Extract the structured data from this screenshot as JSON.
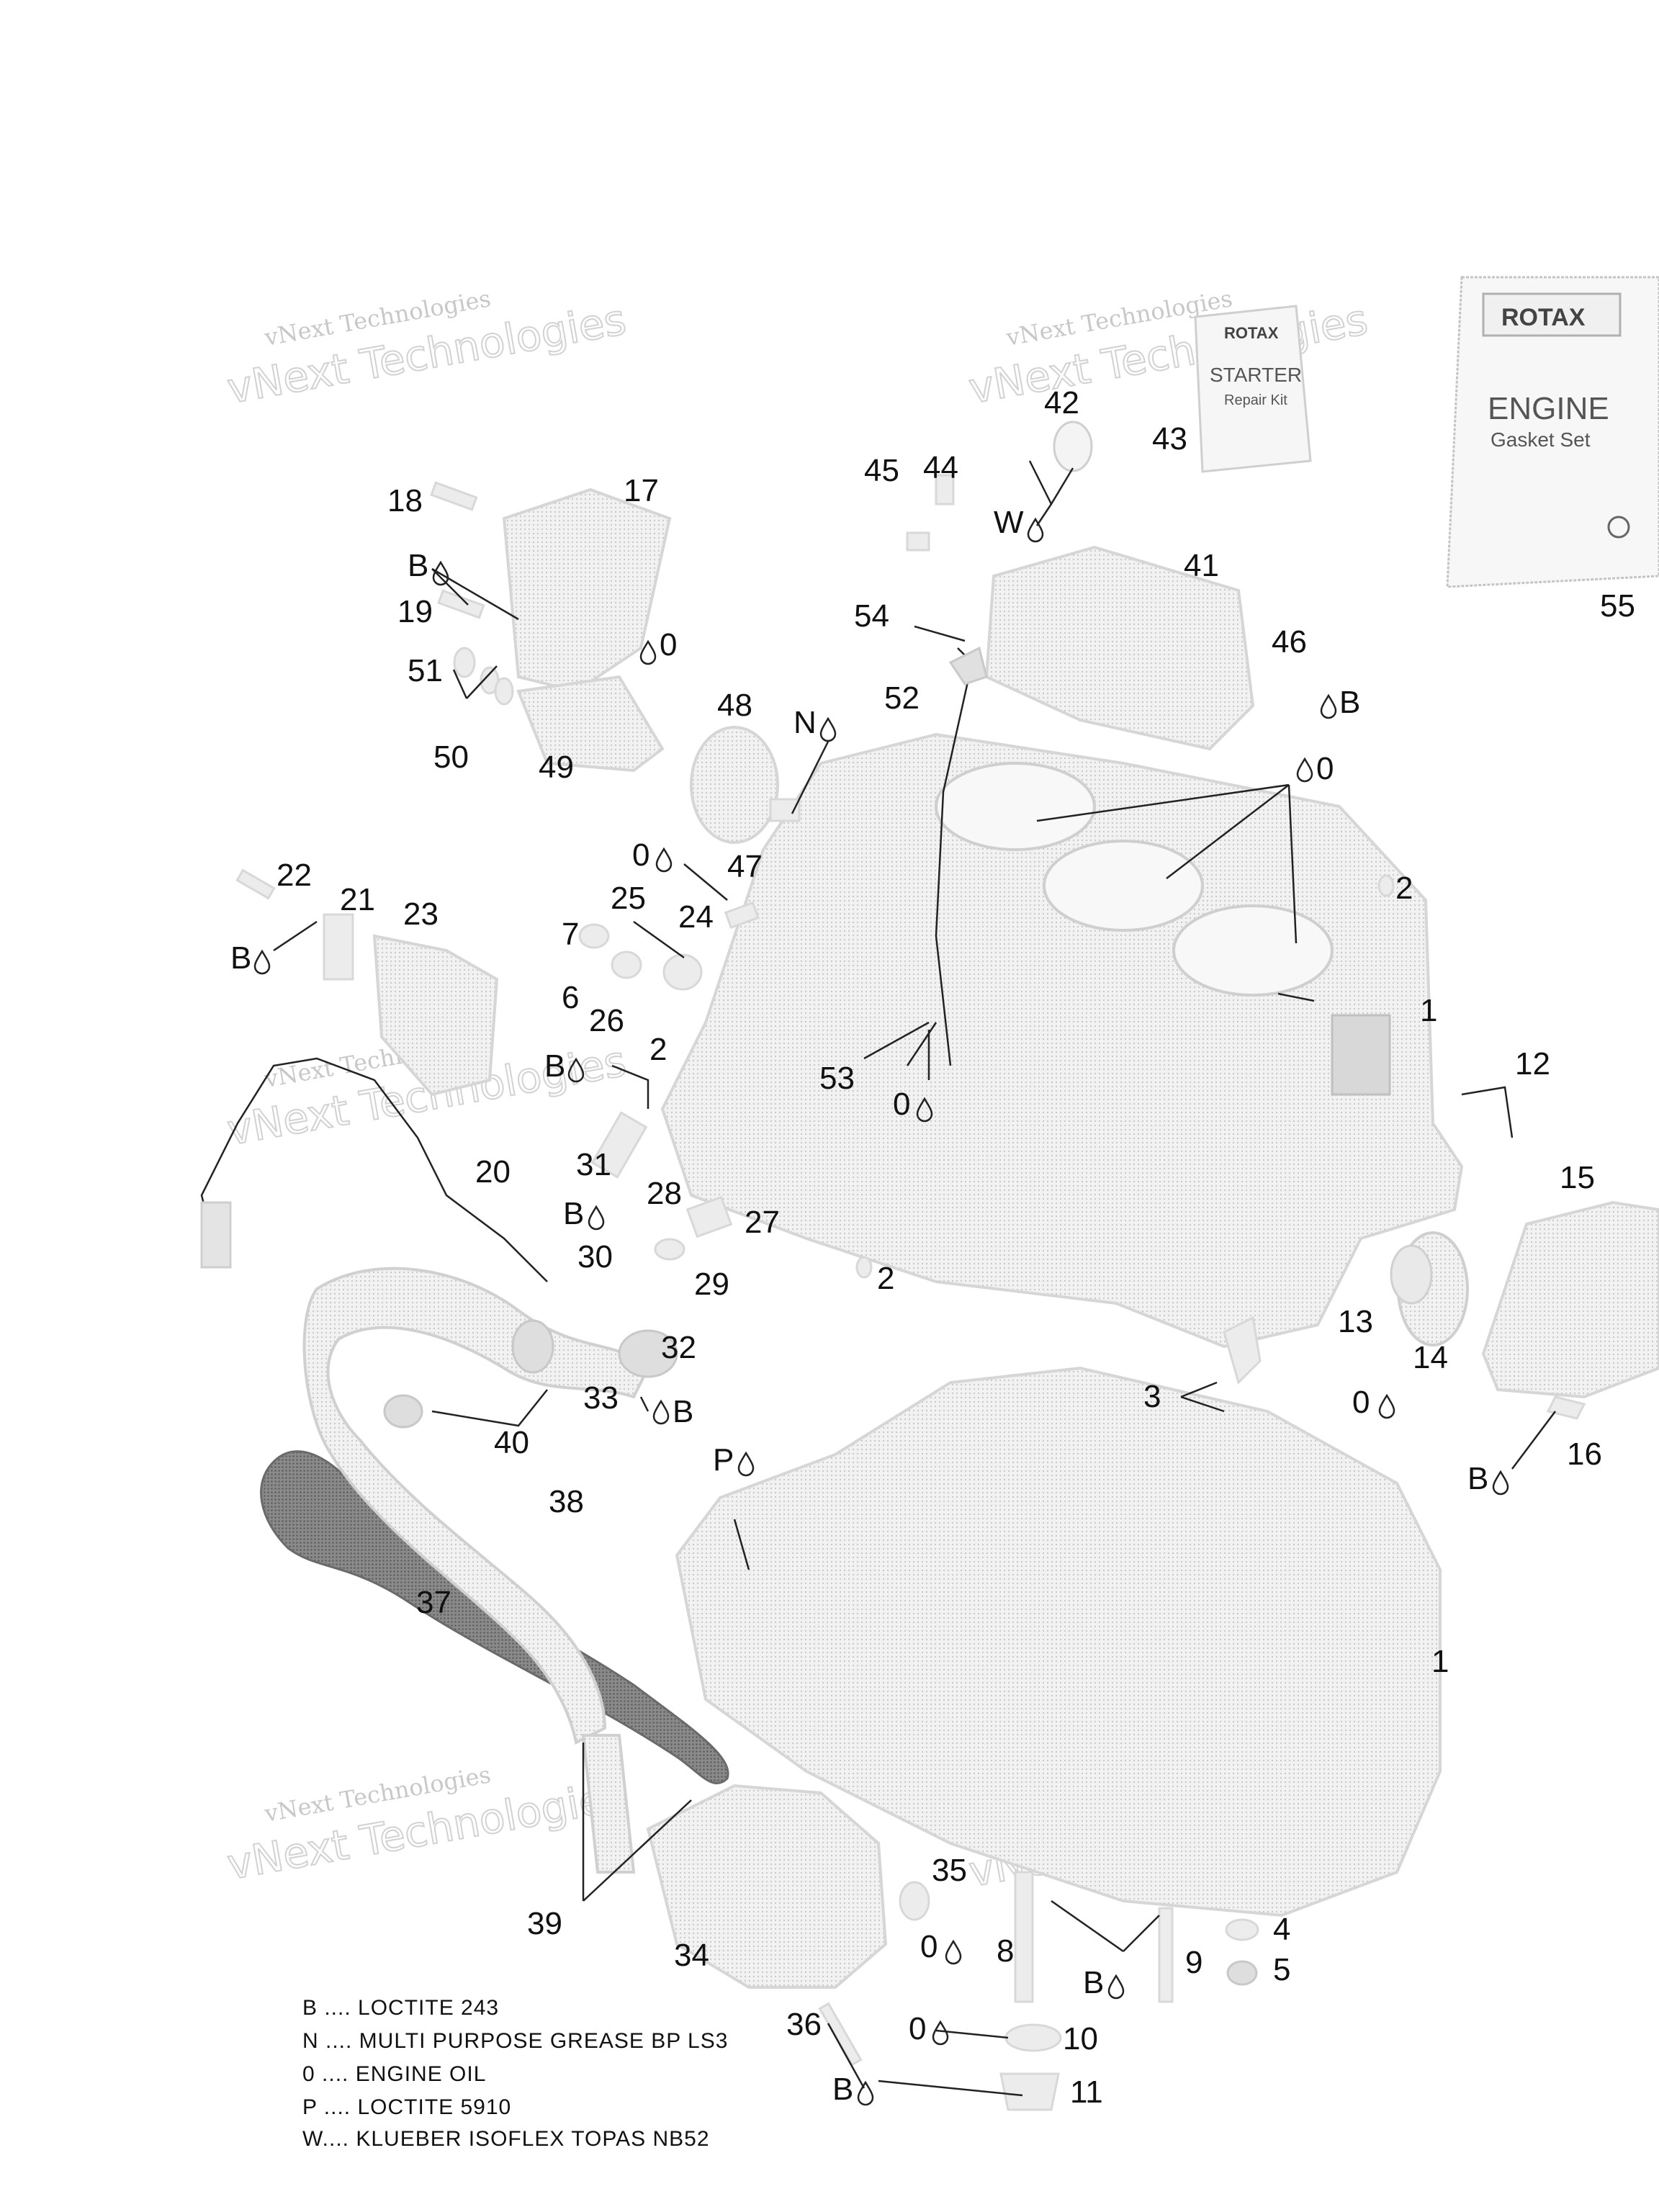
{
  "watermark": {
    "line1": "vNext Technologies",
    "line2": "vNext Technologies"
  },
  "boxes": {
    "starter": {
      "brand": "ROTAX",
      "title": "STARTER",
      "subtitle": "Repair Kit"
    },
    "gasket": {
      "brand": "ROTAX",
      "title": "ENGINE",
      "subtitle": "Gasket Set"
    }
  },
  "callouts": {
    "c1a": "1",
    "c1b": "1",
    "c2a": "2",
    "c2b": "2",
    "c2c": "2",
    "c3": "3",
    "c4": "4",
    "c5": "5",
    "c6": "6",
    "c7": "7",
    "c8": "8",
    "c9": "9",
    "c10": "10",
    "c11": "11",
    "c12": "12",
    "c13": "13",
    "c14": "14",
    "c15": "15",
    "c16": "16",
    "c17": "17",
    "c18": "18",
    "c19": "19",
    "c20": "20",
    "c21": "21",
    "c22": "22",
    "c23": "23",
    "c24": "24",
    "c25": "25",
    "c26": "26",
    "c27": "27",
    "c28": "28",
    "c29": "29",
    "c30": "30",
    "c31": "31",
    "c32": "32",
    "c33": "33",
    "c34": "34",
    "c35": "35",
    "c36": "36",
    "c37": "37",
    "c38": "38",
    "c39": "39",
    "c40": "40",
    "c41": "41",
    "c42": "42",
    "c43": "43",
    "c44": "44",
    "c45": "45",
    "c46": "46",
    "c47": "47",
    "c48": "48",
    "c49": "49",
    "c50": "50",
    "c51": "51",
    "c52": "52",
    "c53": "53",
    "c54": "54",
    "c55": "55"
  },
  "lubricants": {
    "B": "B",
    "N": "N",
    "O": "0",
    "P": "P",
    "W": "W"
  },
  "legend": [
    "B .... LOCTITE 243",
    "N .... MULTI PURPOSE GREASE BP LS3",
    "0 .... ENGINE OIL",
    "P .... LOCTITE 5910",
    "W.... KLUEBER ISOFLEX TOPAS NB52"
  ]
}
